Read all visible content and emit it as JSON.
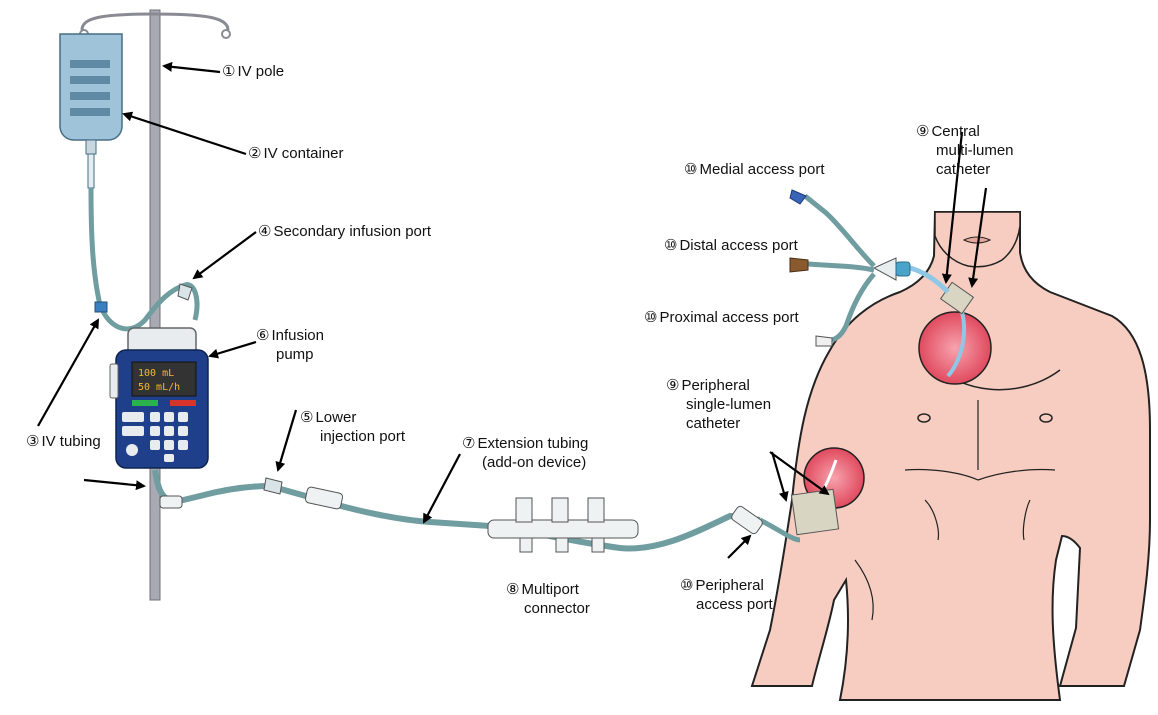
{
  "labels": [
    {
      "id": "iv-pole",
      "num": "①",
      "text": "IV pole"
    },
    {
      "id": "iv-container",
      "num": "②",
      "text": "IV container"
    },
    {
      "id": "iv-tubing",
      "num": "③",
      "text": "IV tubing"
    },
    {
      "id": "secondary-infusion-port",
      "num": "④",
      "text": "Secondary infusion port"
    },
    {
      "id": "lower-injection-port",
      "num": "⑤",
      "lines": [
        "Lower",
        "injection port"
      ]
    },
    {
      "id": "infusion-pump",
      "num": "⑥",
      "lines": [
        "Infusion",
        "pump"
      ]
    },
    {
      "id": "extension-tubing",
      "num": "⑦",
      "lines": [
        "Extension tubing",
        "(add-on device)"
      ]
    },
    {
      "id": "multiport-connector",
      "num": "⑧",
      "lines": [
        "Multiport",
        "connector"
      ]
    },
    {
      "id": "central-catheter",
      "num": "⑨",
      "lines": [
        "Central",
        "multi-lumen",
        "catheter"
      ]
    },
    {
      "id": "peripheral-catheter",
      "num": "⑨",
      "lines": [
        "Peripheral",
        "single-lumen",
        "catheter"
      ]
    },
    {
      "id": "medial-access-port",
      "num": "⑩",
      "text": "Medial access port"
    },
    {
      "id": "distal-access-port",
      "num": "⑩",
      "text": "Distal access port"
    },
    {
      "id": "proximal-access-port",
      "num": "⑩",
      "text": "Proximal access port"
    },
    {
      "id": "peripheral-access-port",
      "num": "⑩",
      "lines": [
        "Peripheral",
        "access port"
      ]
    }
  ],
  "pump": {
    "screen_line1": "100 mL",
    "screen_line2": "50 mL/h"
  },
  "colors": {
    "skin": "#f6cdc0",
    "skin_outline": "#222222",
    "tubing": "#6f9da0",
    "pole": "#a9a9b4",
    "bag": "#9fc3d9",
    "pump_body": "#1f3f8a",
    "pump_screen": "#333333",
    "catheter_red": "#e2566a",
    "dressing": "#d9d5c3",
    "medial_cap": "#3a64b7",
    "distal_cap": "#8a5a2e"
  }
}
